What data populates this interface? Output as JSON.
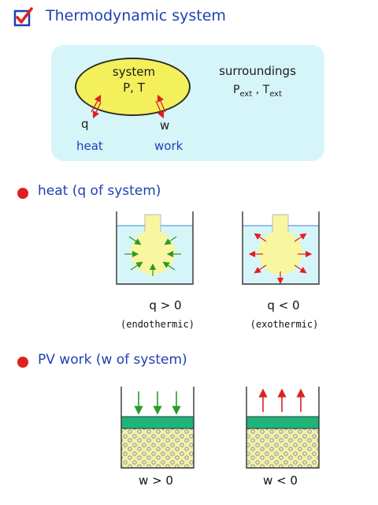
{
  "title": "Thermodynamic system",
  "colors": {
    "accent_blue": "#1f3fb3",
    "bullet_red": "#e02020",
    "panel_cyan": "#d6f5f8",
    "system_yellow": "#f4f05c",
    "piston_green": "#1fb57a",
    "arrow_green": "#2a9a2a",
    "arrow_red": "#e02020"
  },
  "system_box": {
    "system_label": "system",
    "system_props": "P,  T",
    "surroundings_label": "surroundings",
    "surroundings_props": {
      "p": "P",
      "p_sub": "ext",
      "sep": " ,  ",
      "t": "T",
      "t_sub": "ext"
    },
    "q_label": "q",
    "w_label": "w",
    "heat_label": "heat",
    "work_label": "work"
  },
  "heat_section": {
    "heading": "heat (q of system)",
    "endo": {
      "relation": "q > 0",
      "name": "(endothermic)"
    },
    "exo": {
      "relation": "q < 0",
      "name": "(exothermic)"
    }
  },
  "work_section": {
    "heading": "PV work (w of system)",
    "positive": {
      "relation": "w > 0"
    },
    "negative": {
      "relation": "w < 0"
    }
  }
}
